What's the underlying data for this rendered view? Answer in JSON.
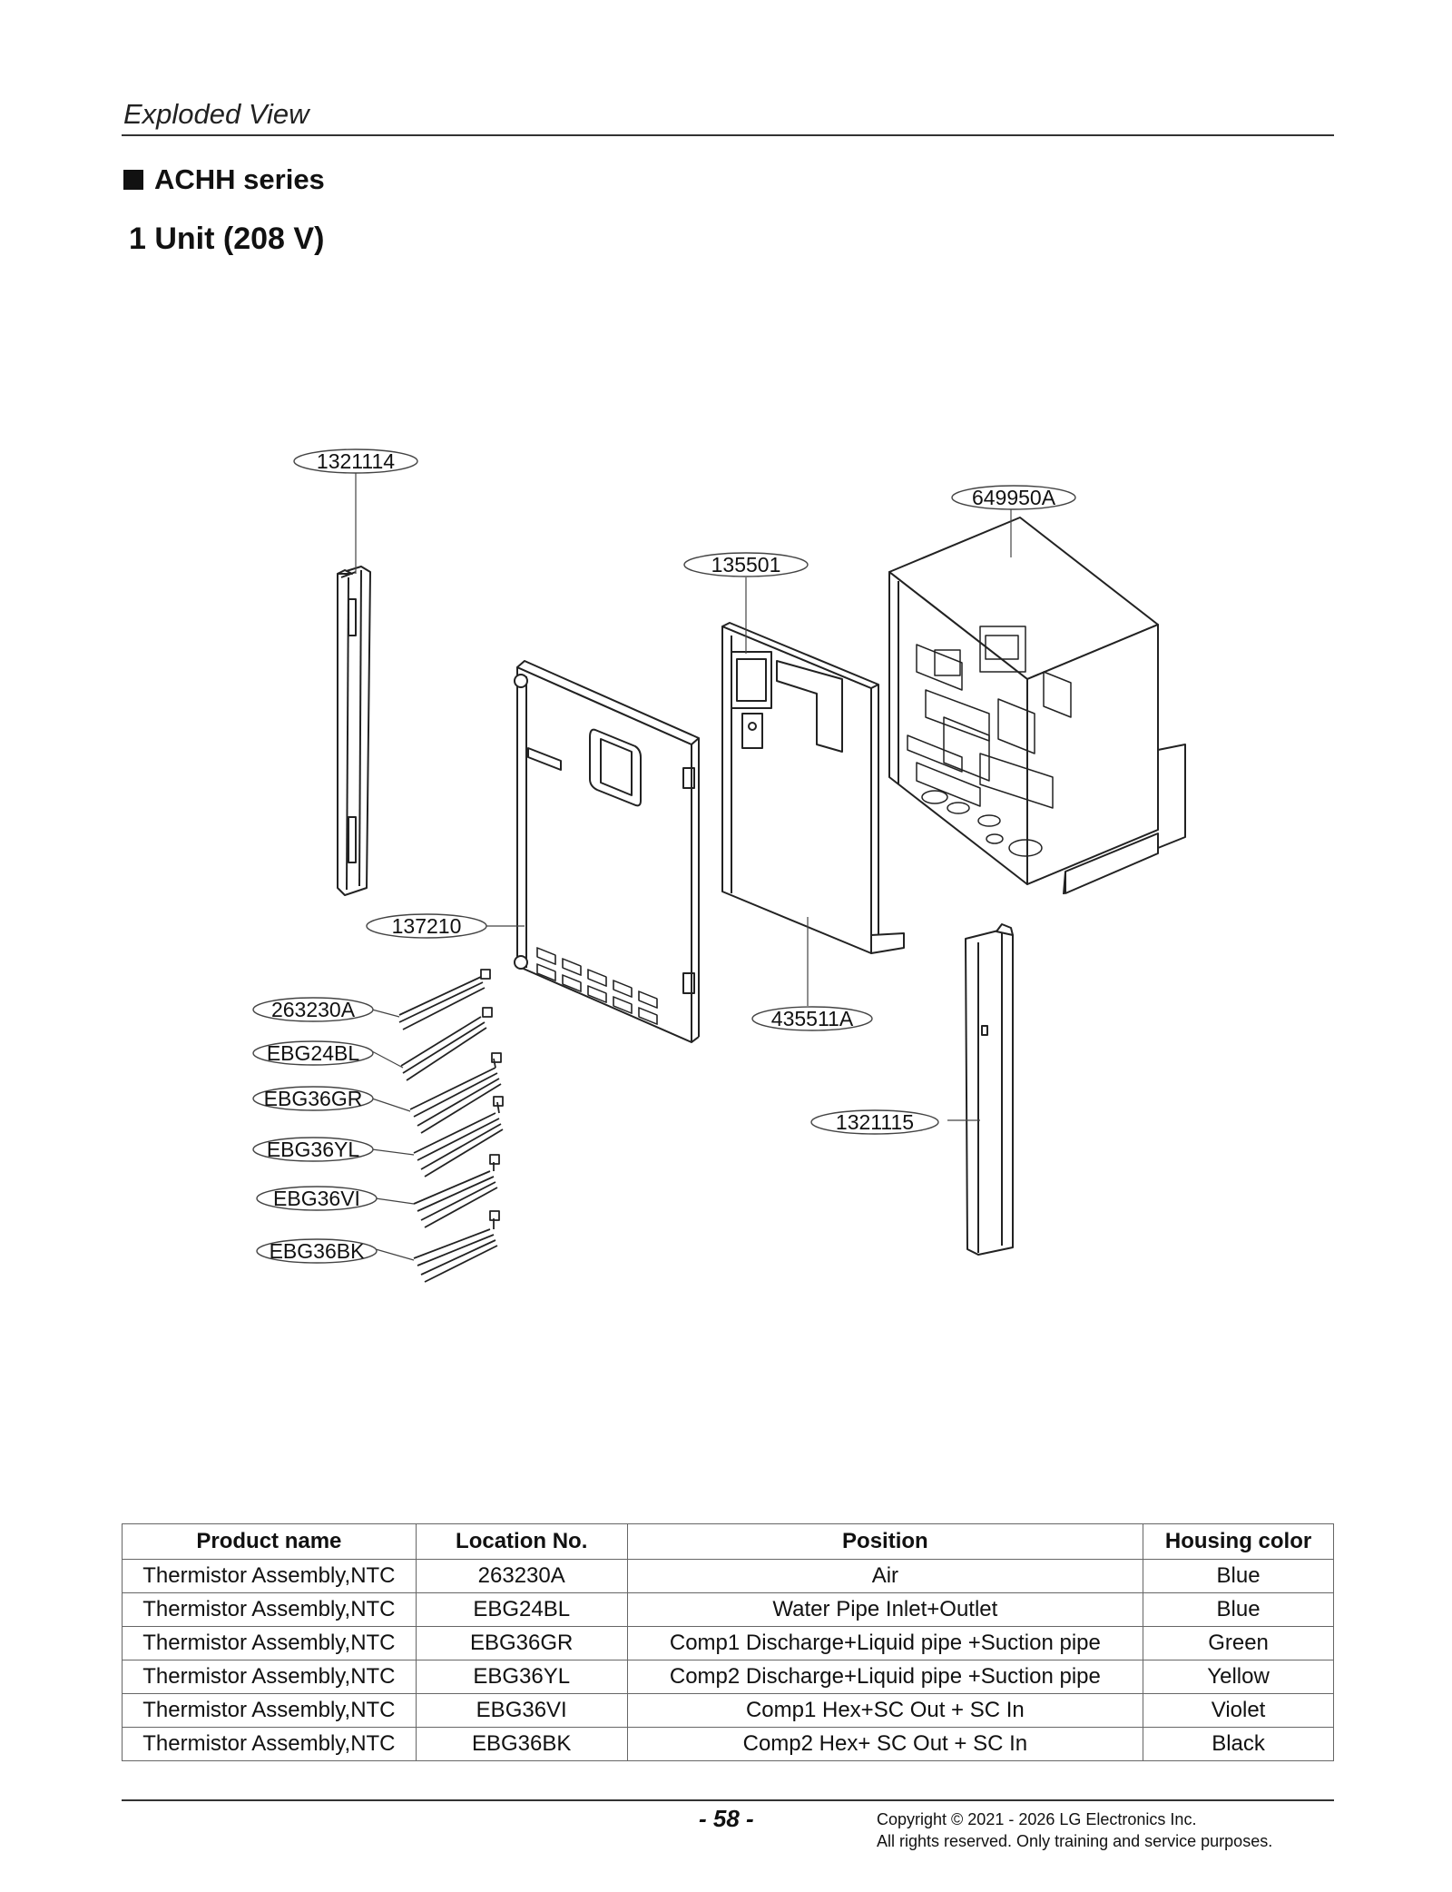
{
  "header": {
    "title": "Exploded View"
  },
  "section": {
    "heading": "ACHH series"
  },
  "unit": {
    "heading": "1 Unit (208 V)"
  },
  "diagram": {
    "callouts": {
      "c1321114": "1321114",
      "c649950A": "649950A",
      "c135501": "135501",
      "c137210": "137210",
      "c435511A": "435511A",
      "c1321115": "1321115",
      "c263230A": "263230A",
      "cEBG24BL": "EBG24BL",
      "cEBG36GR": "EBG36GR",
      "cEBG36YL": "EBG36YL",
      "cEBG36VI": "EBG36VI",
      "cEBG36BK": "EBG36BK"
    }
  },
  "table": {
    "headers": [
      "Product name",
      "Location No.",
      "Position",
      "Housing color"
    ],
    "rows": [
      [
        "Thermistor Assembly,NTC",
        "263230A",
        "Air",
        "Blue"
      ],
      [
        "Thermistor Assembly,NTC",
        "EBG24BL",
        "Water Pipe Inlet+Outlet",
        "Blue"
      ],
      [
        "Thermistor Assembly,NTC",
        "EBG36GR",
        "Comp1 Discharge+Liquid pipe +Suction pipe",
        "Green"
      ],
      [
        "Thermistor Assembly,NTC",
        "EBG36YL",
        "Comp2 Discharge+Liquid pipe +Suction pipe",
        "Yellow"
      ],
      [
        "Thermistor Assembly,NTC",
        "EBG36VI",
        "Comp1 Hex+SC Out + SC In",
        "Violet"
      ],
      [
        "Thermistor Assembly,NTC",
        "EBG36BK",
        "Comp2 Hex+ SC Out + SC In",
        "Black"
      ]
    ]
  },
  "footer": {
    "page_number": "- 58 -",
    "copyright_line1": "Copyright © 2021 - 2026 LG Electronics Inc.",
    "copyright_line2": "All rights reserved. Only training and service purposes."
  }
}
